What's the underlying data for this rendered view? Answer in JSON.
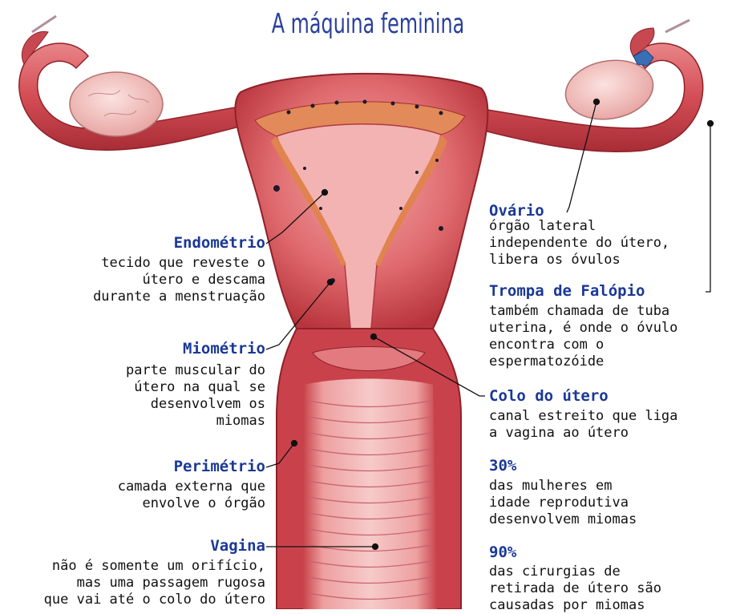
{
  "title": "A máquina feminina",
  "labels": {
    "endometrio": {
      "name": "Endométrio",
      "desc": "tecido que reveste o\nútero e descama\ndurante a menstruação"
    },
    "miometrio": {
      "name": "Miométrio",
      "desc": "parte muscular do\nútero na qual se\ndesenvolvem os\nmiomas"
    },
    "perimetrio": {
      "name": "Perimétrio",
      "desc": "camada externa que\nenvolve o órgão"
    },
    "vagina": {
      "name": "Vagina",
      "desc": "não é somente um orifício,\nmas uma passagem rugosa\nque vai até o colo do útero"
    },
    "ovario": {
      "name": "Ovário",
      "desc": "órgão lateral\nindependente do útero,\nlibera os óvulos"
    },
    "trompa": {
      "name": "Trompa de Falópio",
      "desc": "também chamada de tuba\nuterina, é onde o óvulo\nencontra com o\nespermatozóide"
    },
    "colo": {
      "name": "Colo do útero",
      "desc": "canal estreito que liga\na vagina ao útero"
    }
  },
  "stats": [
    {
      "value": "30%",
      "desc": "das mulheres em\nidade reprodutiva\ndesenvolvem miomas"
    },
    {
      "value": "90%",
      "desc": "das cirurgias de\nretirada de útero são\ncausadas por miomas"
    }
  ],
  "colors": {
    "title": "#2a3f9e",
    "label": "#1a3896",
    "tissue": "#d9525a",
    "inner": "#f2b0b0"
  }
}
